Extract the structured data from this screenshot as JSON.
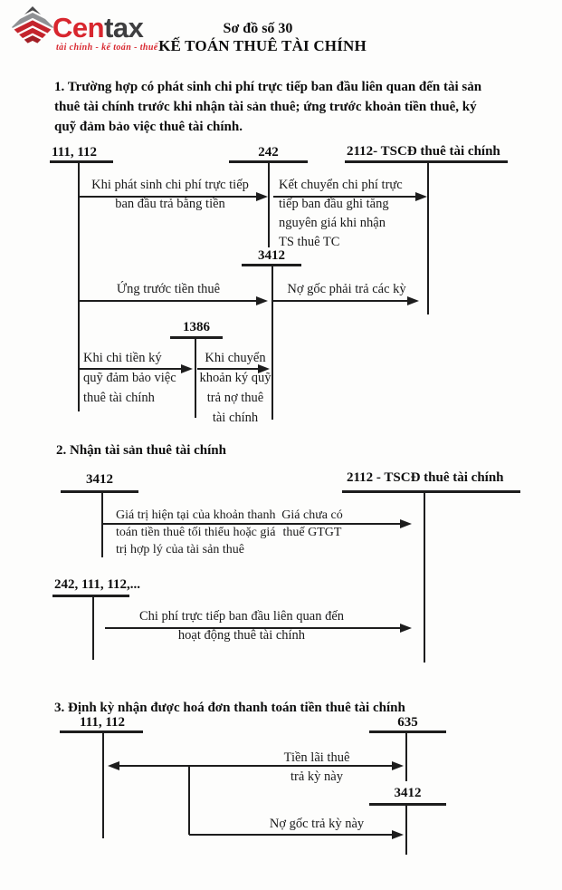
{
  "logo": {
    "brand_red": "Cen",
    "brand_dark": "tax",
    "tagline": "tài chính - kế toán - thuế",
    "colors": {
      "red": "#d8262e",
      "dark_gray": "#3e3e40",
      "light_gray": "#8f9194"
    }
  },
  "header": {
    "subtitle": "Sơ đồ số 30",
    "title": "KẾ TOÁN THUÊ TÀI CHÍNH"
  },
  "s1": {
    "heading": "1. Trường hợp có phát sinh chi phí trực tiếp ban đầu liên quan đến tài sản\nthuê tài chính trước khi nhận tài sản thuê; ứng trước khoản tiền thuê, ký\nquỹ đảm bảo việc thuê tài chính.",
    "acc_111_112": "111, 112",
    "acc_242": "242",
    "acc_2112": "2112- TSCĐ thuê tài chính",
    "acc_3412": "3412",
    "acc_1386": "1386",
    "flow_initial_cost": "Khi phát sinh chi phí trực tiếp\nban đầu trả bằng tiền",
    "flow_transfer_cost": "Kết chuyển chi phí trực\ntiếp ban đầu ghi tăng\nnguyên giá khi nhận\nTS thuê TC",
    "flow_advance": "Ứng trước tiền thuê",
    "flow_principal": "Nợ gốc phải trả các kỳ",
    "flow_deposit": "Khi chi tiền ký\nquỹ đảm bảo việc\nthuê tài chính",
    "flow_deposit_transfer": "Khi chuyển\nkhoản ký quỹ\ntrả nợ thuê\ntài chính"
  },
  "s2": {
    "heading": "2. Nhận tài sản thuê tài chính",
    "acc_3412": "3412",
    "acc_2112": "2112 - TSCĐ thuê tài chính",
    "acc_242_111_112": "242, 111, 112,...",
    "flow_value_main": "Giá trị hiện tại của khoản thanh\ntoán tiền thuê tối thiểu hoặc giá\ntrị hợp lý của tài sản thuê",
    "flow_value_side": "Giá chưa có\nthuế GTGT",
    "flow_direct_cost": "Chi phí trực tiếp ban đầu liên quan đến\nhoạt động thuê tài chính"
  },
  "s3": {
    "heading": "3. Định kỳ nhận được hoá đơn thanh toán tiền thuê tài chính",
    "acc_111_112": "111, 112",
    "acc_635": "635",
    "acc_3412": "3412",
    "flow_interest": "Tiền lãi thuê\ntrả kỳ này",
    "flow_principal": "Nợ gốc trả kỳ này"
  }
}
